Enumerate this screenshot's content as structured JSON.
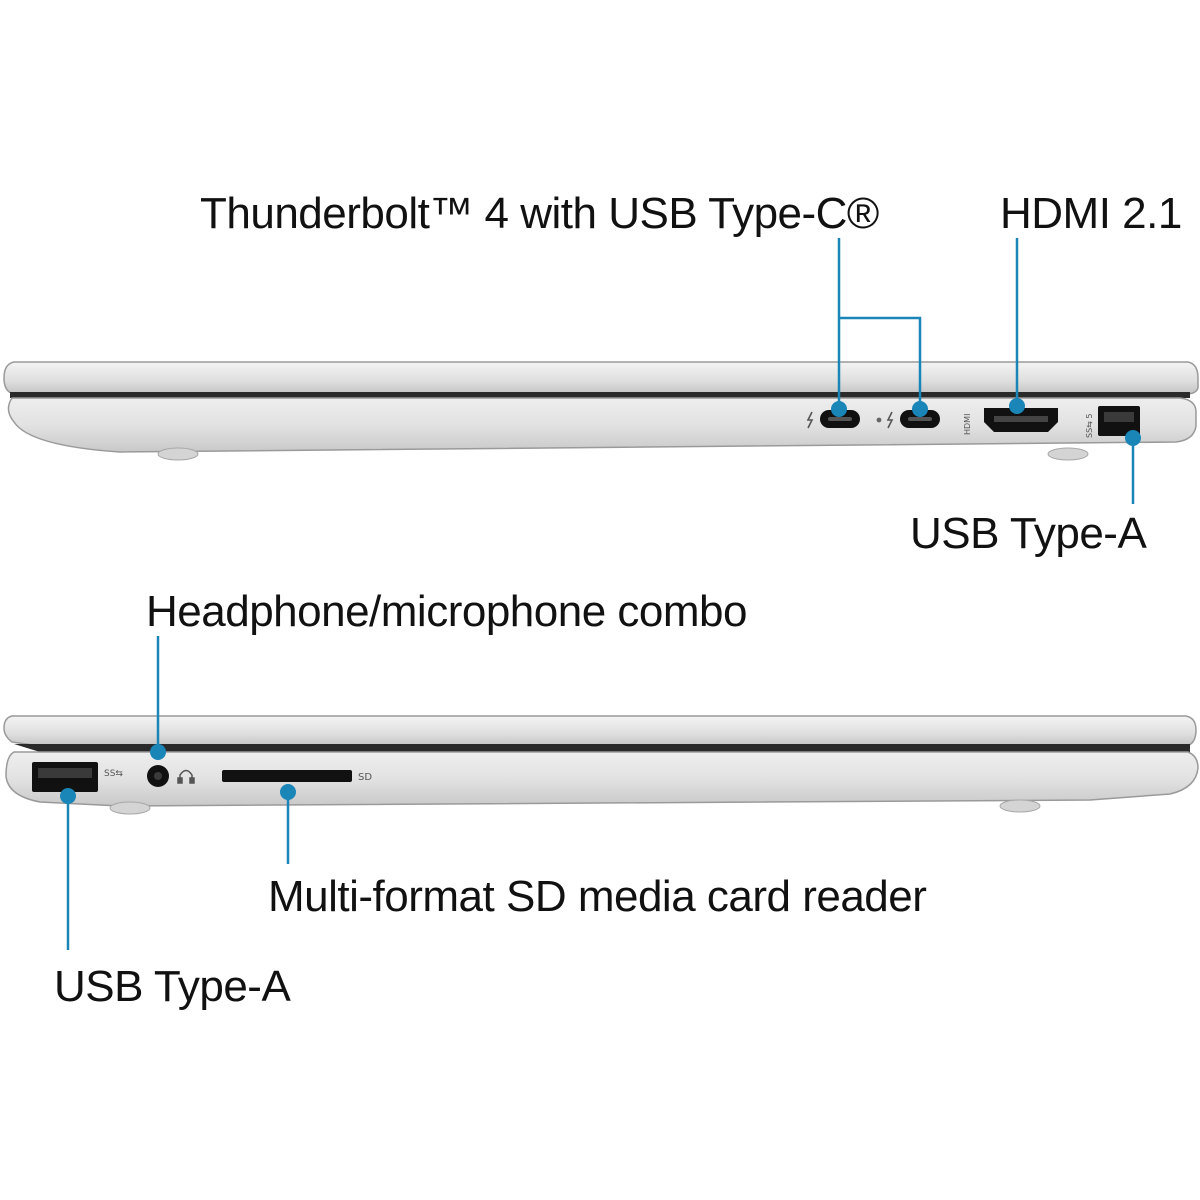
{
  "labels": {
    "thunderbolt": "Thunderbolt™ 4 with USB Type-C®",
    "hdmi": "HDMI 2.1",
    "usb_a_right": "USB Type-A",
    "headphone": "Headphone/microphone combo",
    "sd_reader": "Multi-format SD media card reader",
    "usb_a_left": "USB Type-A"
  },
  "port_marks": {
    "hdmi_side": "HDMI",
    "ss_right": "SS⇆ 5",
    "ss_left": "SS⇆",
    "sd": "SD"
  },
  "icons": [
    "thunderbolt-icon",
    "headphone-icon"
  ],
  "colors": {
    "callout": "#1a86b8",
    "chassis": "#dcdcdc",
    "chassis_edge": "#9a9a9a",
    "port": "#111111",
    "text": "#111111"
  }
}
